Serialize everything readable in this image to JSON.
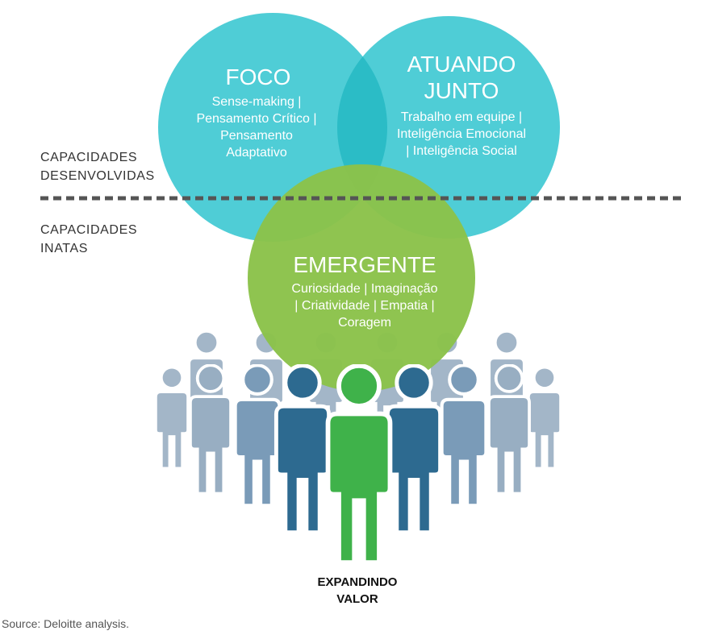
{
  "colors": {
    "teal": "#4fcdd6",
    "teal_overlap": "#2bbcc6",
    "green": "#8bc24a",
    "divider": "#555555",
    "person_light": "#a3b6c8",
    "person_mid": "#7a9bb8",
    "person_dark": "#2d6a90",
    "person_leader": "#3fb24a"
  },
  "circles": {
    "focus": {
      "title": "FOCO",
      "lines": [
        "Sense-making |",
        "Pensamento Crítico |",
        "Pensamento",
        "Adaptativo"
      ]
    },
    "together": {
      "title_lines": [
        "ATUANDO",
        "JUNTO"
      ],
      "lines": [
        "Trabalho em equipe |",
        "Inteligência Emocional",
        "| Inteligência Social"
      ]
    },
    "emergent": {
      "title": "EMERGENTE",
      "lines": [
        "Curiosidade | Imaginação",
        "| Criatividade | Empatia |",
        "Coragem"
      ]
    }
  },
  "side_labels": {
    "developed": [
      "CAPACIDADES",
      "DESENVOLVIDAS"
    ],
    "innate": [
      "CAPACIDADES",
      "INATAS"
    ]
  },
  "bottom_caption": [
    "EXPANDINDO",
    "VALOR"
  ],
  "source": "Source: Deloitte analysis.",
  "icons": [
    "people-crowd-icon",
    "leader-person-icon"
  ]
}
